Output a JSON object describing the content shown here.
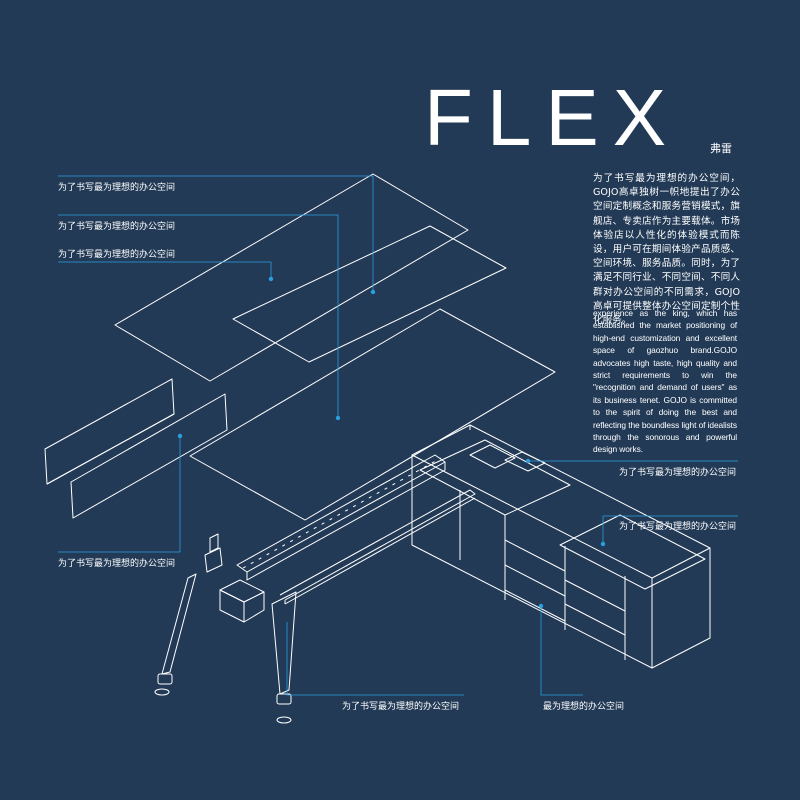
{
  "header": {
    "title": "FLEX",
    "subtitle": "弗雷"
  },
  "description": {
    "chinese": "为了书写最为理想的办公空间，GOJO高卓独树一帜地提出了办公空间定制概念和服务营销模式，旗舰店、专卖店作为主要载体。市场体验店以人性化的体验模式而陈设，用户可在期间体验产品质感、空间环境、服务品质。同时，为了满足不同行业、不同空间、不同人群对办公空间的不同需求，GOJO高卓可提供整体办公空间定制个性化服务。",
    "english": "experience as the king, which has established the market positioning of high-end customization and excellent space of gaozhuo brand.GOJO advocates high taste, high quality and strict requirements to win the \"recognition and demand of users\" as its business tenet. GOJO is committed to the spirit of doing the best and reflecting the boundless light of idealists through the sonorous and powerful design works."
  },
  "callouts": [
    {
      "id": "top-panel",
      "label": "为了书写最为理想的办公空间"
    },
    {
      "id": "return-panel",
      "label": "为了书写最为理想的办公空间"
    },
    {
      "id": "main-top",
      "label": "为了书写最为理想的办公空间"
    },
    {
      "id": "modesty-panel",
      "label": "为了书写最为理想的办公空间"
    },
    {
      "id": "cable-box",
      "label": "为了书写最为理想的办公空间"
    },
    {
      "id": "cabinet-top",
      "label": "为了书写最为理想的办公空间"
    },
    {
      "id": "leg",
      "label": "为了书写最为理想的办公空间"
    },
    {
      "id": "drawer",
      "label": "最为理想的办公空间"
    }
  ],
  "colors": {
    "background": "#223a56",
    "line": "#ffffff",
    "accent": "#2aa0e0"
  }
}
